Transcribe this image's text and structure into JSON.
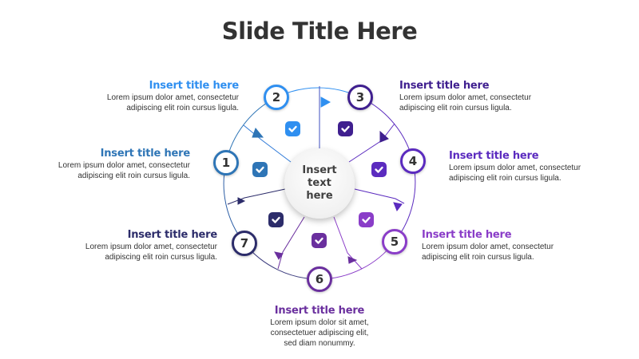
{
  "slide": {
    "title": "Slide Title Here",
    "center_text": "Insert text here"
  },
  "colors": {
    "step1": "#2e75b6",
    "step2": "#2f8ff0",
    "step3": "#3f1f8f",
    "step4": "#5b2bbf",
    "step5": "#8a3dc8",
    "step6": "#6a2f9e",
    "step7": "#2c2c6a",
    "title": "#333333",
    "body": "#333333"
  },
  "steps": [
    {
      "number": "1",
      "title": "Insert title here",
      "line1": "Lorem ipsum dolor amet, consectetur",
      "line2": "adipiscing elit roin cursus ligula.",
      "icon": "check-icon"
    },
    {
      "number": "2",
      "title": "Insert title here",
      "line1": "Lorem ipsum dolor amet, consectetur",
      "line2": "adipiscing elit roin cursus ligula.",
      "icon": "check-icon"
    },
    {
      "number": "3",
      "title": "Insert title here",
      "line1": "Lorem ipsum dolor amet, consectetur",
      "line2": "adipiscing elit roin cursus ligula.",
      "icon": "check-icon"
    },
    {
      "number": "4",
      "title": "Insert title here",
      "line1": "Lorem ipsum dolor amet, consectetur",
      "line2": "adipiscing elit roin cursus ligula.",
      "icon": "check-icon"
    },
    {
      "number": "5",
      "title": "Insert title here",
      "line1": "Lorem ipsum dolor amet, consectetur",
      "line2": "adipiscing elit roin cursus ligula.",
      "icon": "check-icon"
    },
    {
      "number": "6",
      "title": "Insert title here",
      "line1": "Lorem ipsum dolor sit amet,",
      "line2": "consectetuer adipiscing elit,",
      "line3": "sed diam nonummy.",
      "icon": "check-icon"
    },
    {
      "number": "7",
      "title": "Insert title here",
      "line1": "Lorem ipsum dolor amet, consectetur",
      "line2": "adipiscing elit roin cursus ligula.",
      "icon": "check-icon"
    }
  ]
}
